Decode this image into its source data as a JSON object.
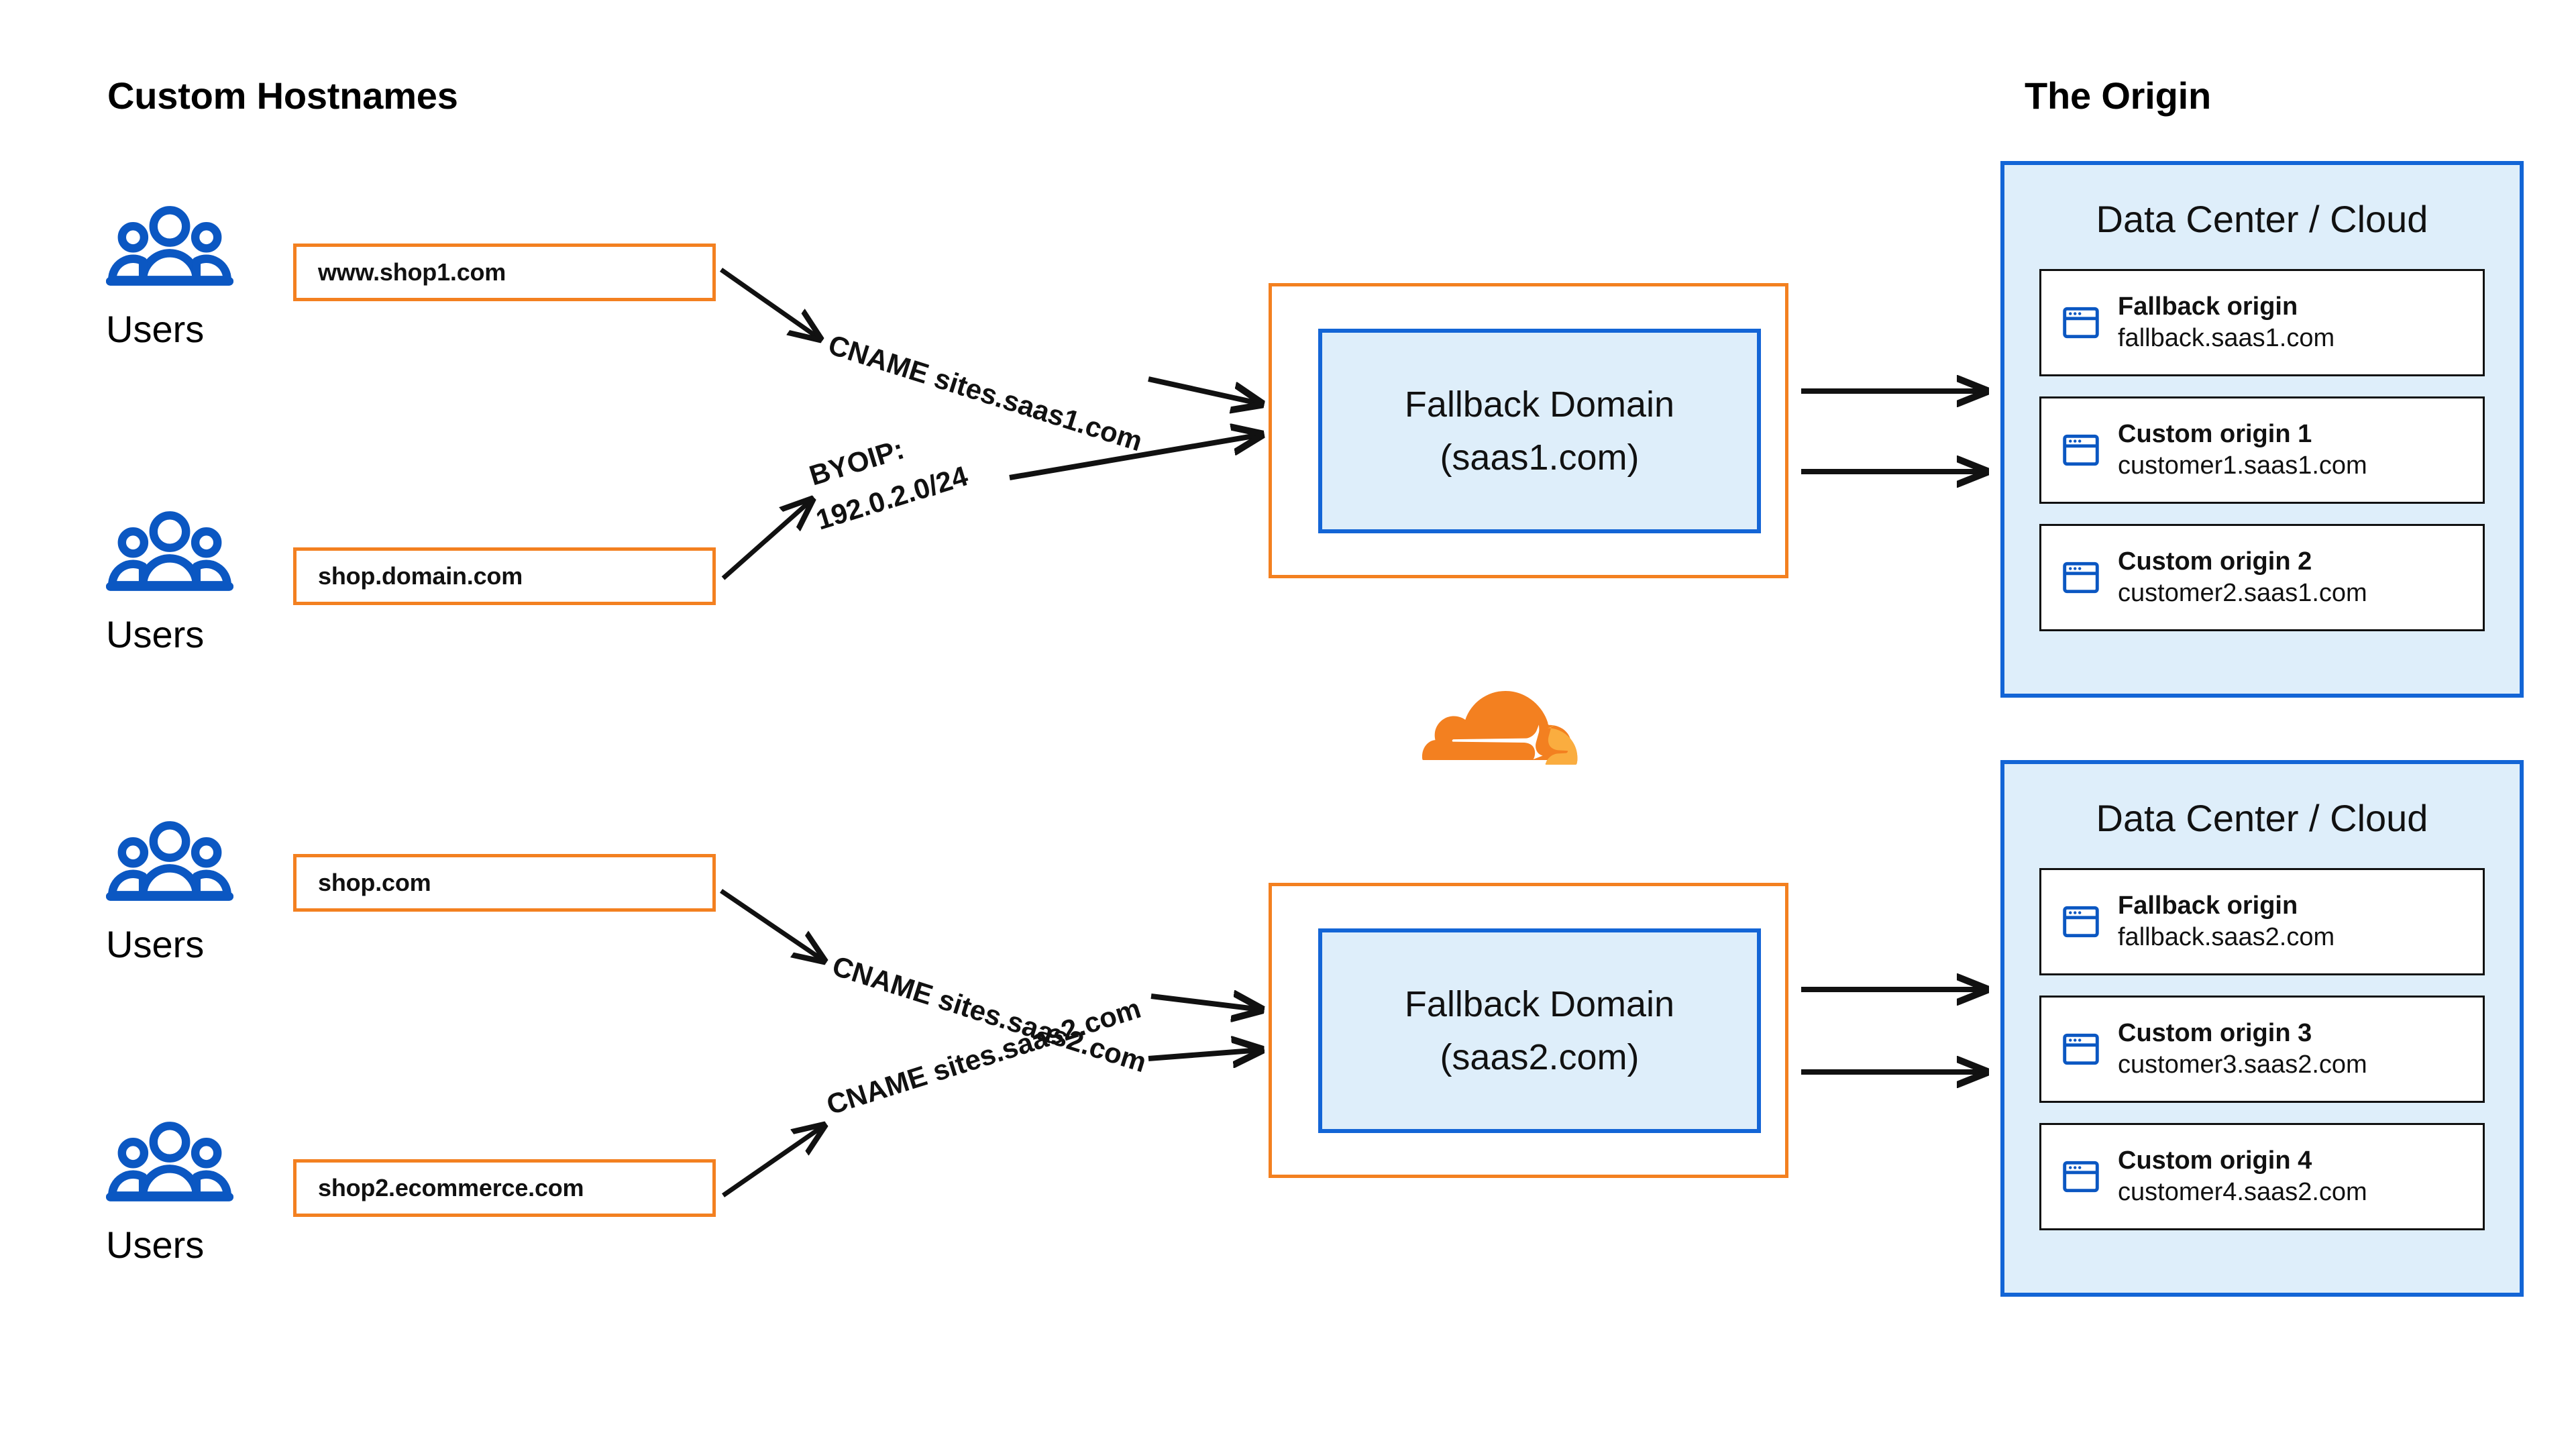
{
  "headings": {
    "left": "Custom Hostnames",
    "right": "The Origin"
  },
  "colors": {
    "orange": "#F38020",
    "orange_light": "#FAAD3F",
    "blue": "#1365D6",
    "blue_fill": "#DEEEFA",
    "icon_blue": "#0B57C2",
    "text": "#111111",
    "background": "#FFFFFF"
  },
  "users": [
    {
      "label": "Users",
      "icon": "users-group-icon"
    },
    {
      "label": "Users",
      "icon": "users-group-icon"
    },
    {
      "label": "Users",
      "icon": "users-group-icon"
    },
    {
      "label": "Users",
      "icon": "users-group-icon"
    }
  ],
  "hostnames": [
    {
      "value": "www.shop1.com"
    },
    {
      "value": "shop.domain.com"
    },
    {
      "value": "shop.com"
    },
    {
      "value": "shop2.ecommerce.com"
    }
  ],
  "connections": [
    {
      "label": "CNAME sites.saas1.com",
      "from": "www.shop1.com",
      "to": "Fallback Domain (saas1.com)"
    },
    {
      "label_line1": "BYOIP:",
      "label_line2": "192.0.2.0/24",
      "from": "shop.domain.com",
      "to": "Fallback Domain (saas1.com)"
    },
    {
      "label": "CNAME sites.saas2.com",
      "from": "shop.com",
      "to": "Fallback Domain (saas2.com)"
    },
    {
      "label": "CNAME sites.saas2.com",
      "from": "shop2.ecommerce.com",
      "to": "Fallback Domain (saas2.com)"
    }
  ],
  "fallback_domains": [
    {
      "line1": "Fallback Domain",
      "line2": "(saas1.com)"
    },
    {
      "line1": "Fallback Domain",
      "line2": "(saas2.com)"
    }
  ],
  "cloudflare_logo": {
    "name": "cloudflare-cloud-logo"
  },
  "datacenters": [
    {
      "title": "Data Center / Cloud",
      "origins": [
        {
          "title": "Fallback origin",
          "host": "fallback.saas1.com",
          "icon": "browser-window-icon"
        },
        {
          "title": "Custom origin 1",
          "host": "customer1.saas1.com",
          "icon": "browser-window-icon"
        },
        {
          "title": "Custom origin 2",
          "host": "customer2.saas1.com",
          "icon": "browser-window-icon"
        }
      ]
    },
    {
      "title": "Data Center / Cloud",
      "origins": [
        {
          "title": "Fallback origin",
          "host": "fallback.saas2.com",
          "icon": "browser-window-icon"
        },
        {
          "title": "Custom origin 3",
          "host": "customer3.saas2.com",
          "icon": "browser-window-icon"
        },
        {
          "title": "Custom origin 4",
          "host": "customer4.saas2.com",
          "icon": "browser-window-icon"
        }
      ]
    }
  ]
}
